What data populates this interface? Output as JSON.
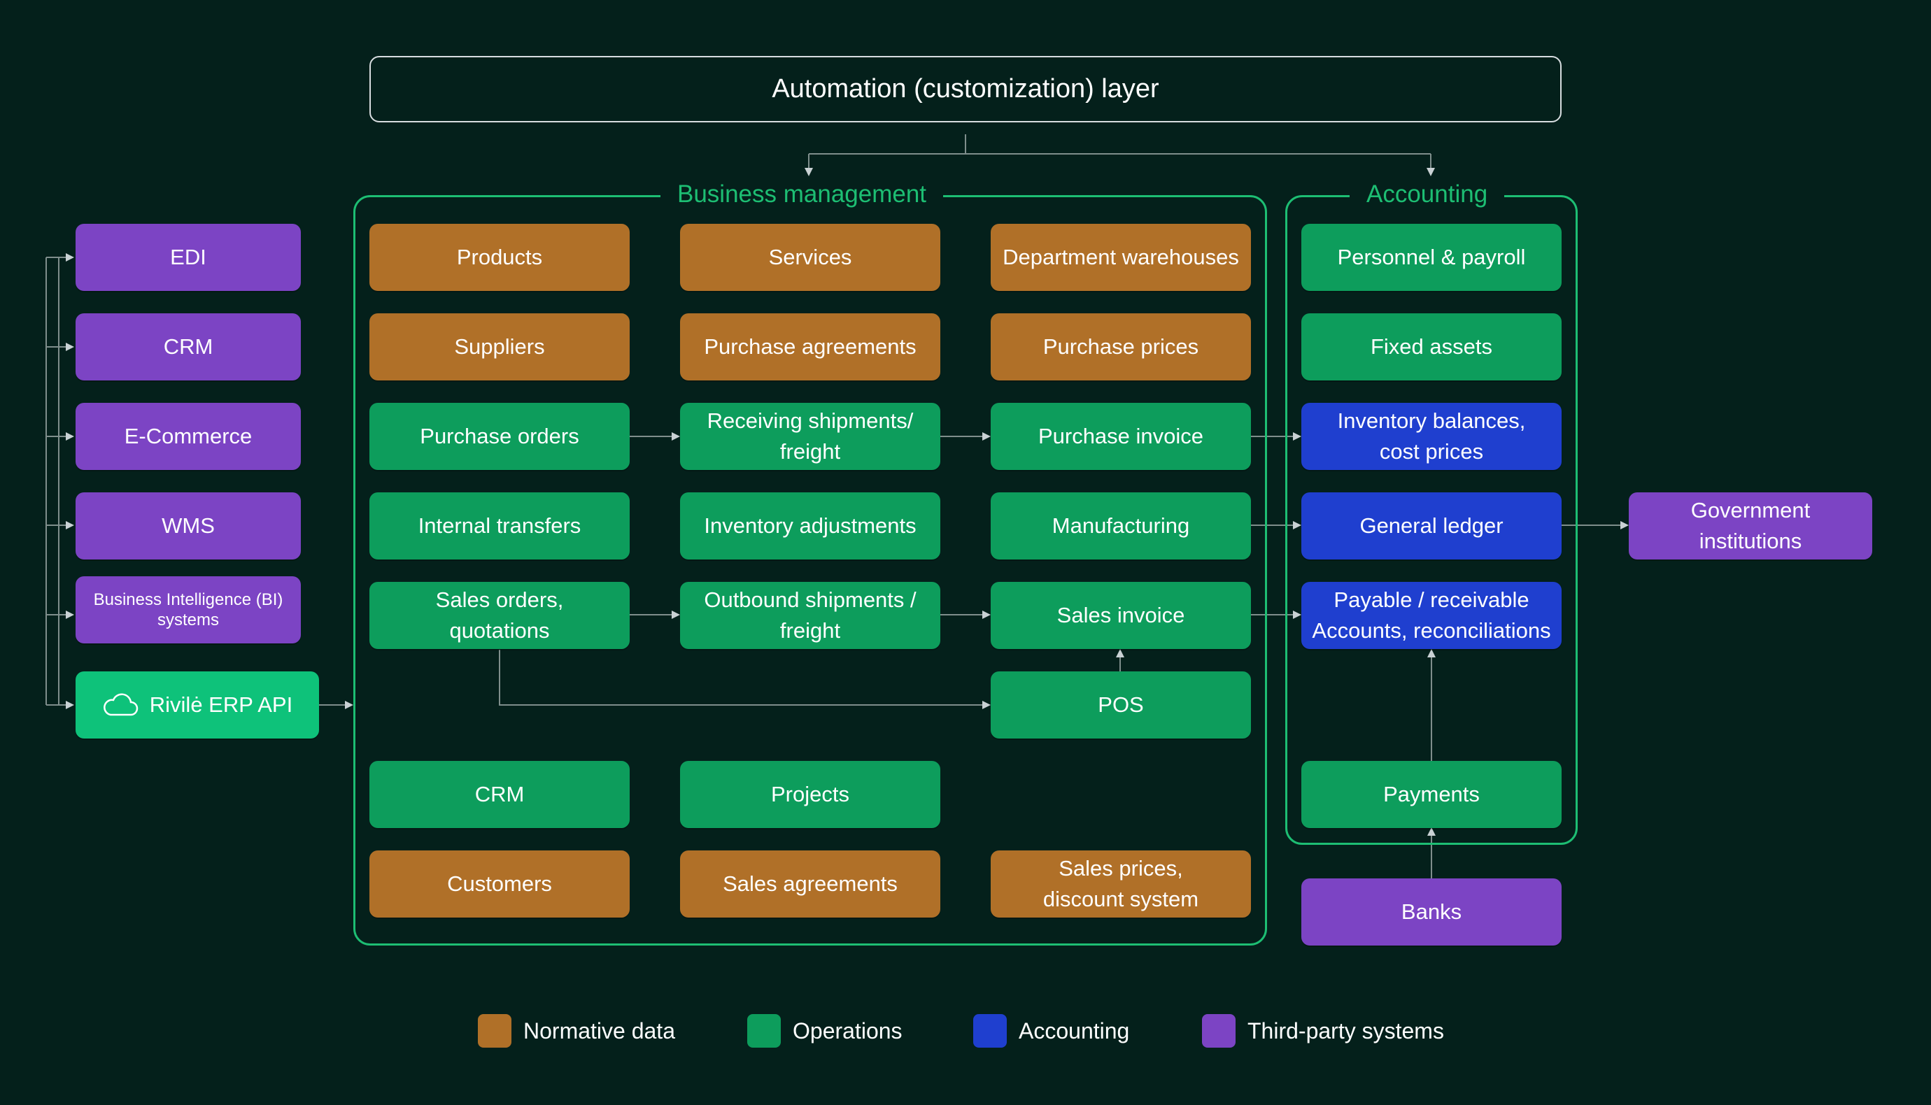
{
  "top_layer": "Automation (customization) layer",
  "sections": {
    "business": "Business management",
    "accounting": "Accounting"
  },
  "third_party": {
    "edi": "EDI",
    "crm": "CRM",
    "ecommerce": "E-Commerce",
    "wms": "WMS",
    "bi": "Business Intelligence (BI)\nsystems",
    "api": "Rivilė ERP API",
    "gov": "Government\ninstitutions",
    "banks": "Banks"
  },
  "business": {
    "products": "Products",
    "services": "Services",
    "dept_warehouses": "Department warehouses",
    "suppliers": "Suppliers",
    "purchase_agreements": "Purchase agreements",
    "purchase_prices": "Purchase prices",
    "purchase_orders": "Purchase orders",
    "receiving": "Receiving shipments/\nfreight",
    "purchase_invoice": "Purchase invoice",
    "internal_transfers": "Internal transfers",
    "inventory_adjustments": "Inventory adjustments",
    "manufacturing": "Manufacturing",
    "sales_orders": "Sales orders,\nquotations",
    "outbound": "Outbound shipments /\nfreight",
    "sales_invoice": "Sales invoice",
    "pos": "POS",
    "crm": "CRM",
    "projects": "Projects",
    "customers": "Customers",
    "sales_agreements": "Sales agreements",
    "sales_prices": "Sales prices,\ndiscount system"
  },
  "accounting": {
    "personnel": "Personnel & payroll",
    "fixed_assets": "Fixed assets",
    "inventory_balances": "Inventory balances,\ncost prices",
    "general_ledger": "General ledger",
    "payable": "Payable / receivable\nAccounts, reconciliations",
    "payments": "Payments"
  },
  "legend": [
    {
      "label": "Normative data",
      "color": "#b07028"
    },
    {
      "label": "Operations",
      "color": "#0d9d5c"
    },
    {
      "label": "Accounting",
      "color": "#1f3fcf"
    },
    {
      "label": "Third-party systems",
      "color": "#7c44c4"
    }
  ],
  "icons": {
    "api": "cloud-icon"
  }
}
